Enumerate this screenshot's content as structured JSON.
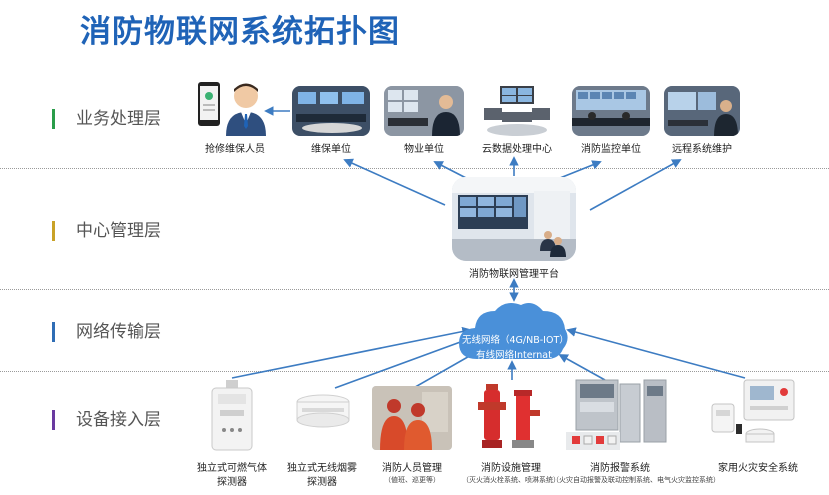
{
  "title": "消防物联网系统拓扑图",
  "layers": [
    {
      "label": "业务处理层",
      "color": "#2a9d4a"
    },
    {
      "label": "中心管理层",
      "color": "#c9a227"
    },
    {
      "label": "网络传输层",
      "color": "#2f6db5"
    },
    {
      "label": "设备接入层",
      "color": "#6a3aa0"
    }
  ],
  "business_nodes": [
    {
      "label": "抢修维保人员"
    },
    {
      "label": "维保单位"
    },
    {
      "label": "物业单位"
    },
    {
      "label": "云数据处理中心"
    },
    {
      "label": "消防监控单位"
    },
    {
      "label": "远程系统维护"
    }
  ],
  "center": {
    "label": "消防物联网管理平台"
  },
  "network": {
    "line1": "无线网络（4G/NB-IOT）",
    "line2": "有线网络Internat"
  },
  "devices": [
    {
      "label1": "独立式可燃气体",
      "label2": "探测器",
      "note": ""
    },
    {
      "label1": "独立式无线烟雾",
      "label2": "探测器",
      "note": ""
    },
    {
      "label1": "消防人员管理",
      "label2": "",
      "note": "（値班、巡更等）"
    },
    {
      "label1": "消防设施管理",
      "label2": "",
      "note": "（灭火消火栓系统、喷淋系统）"
    },
    {
      "label1": "消防报警系统",
      "label2": "",
      "note": "（火灾自动报警及联动控制系统、电气火灾监控系统）"
    },
    {
      "label1": "家用火灾安全系统",
      "label2": "",
      "note": ""
    }
  ],
  "colors": {
    "title": "#1f63b7",
    "arrow": "#3d7cc2",
    "cloud": "#4a90d9"
  }
}
